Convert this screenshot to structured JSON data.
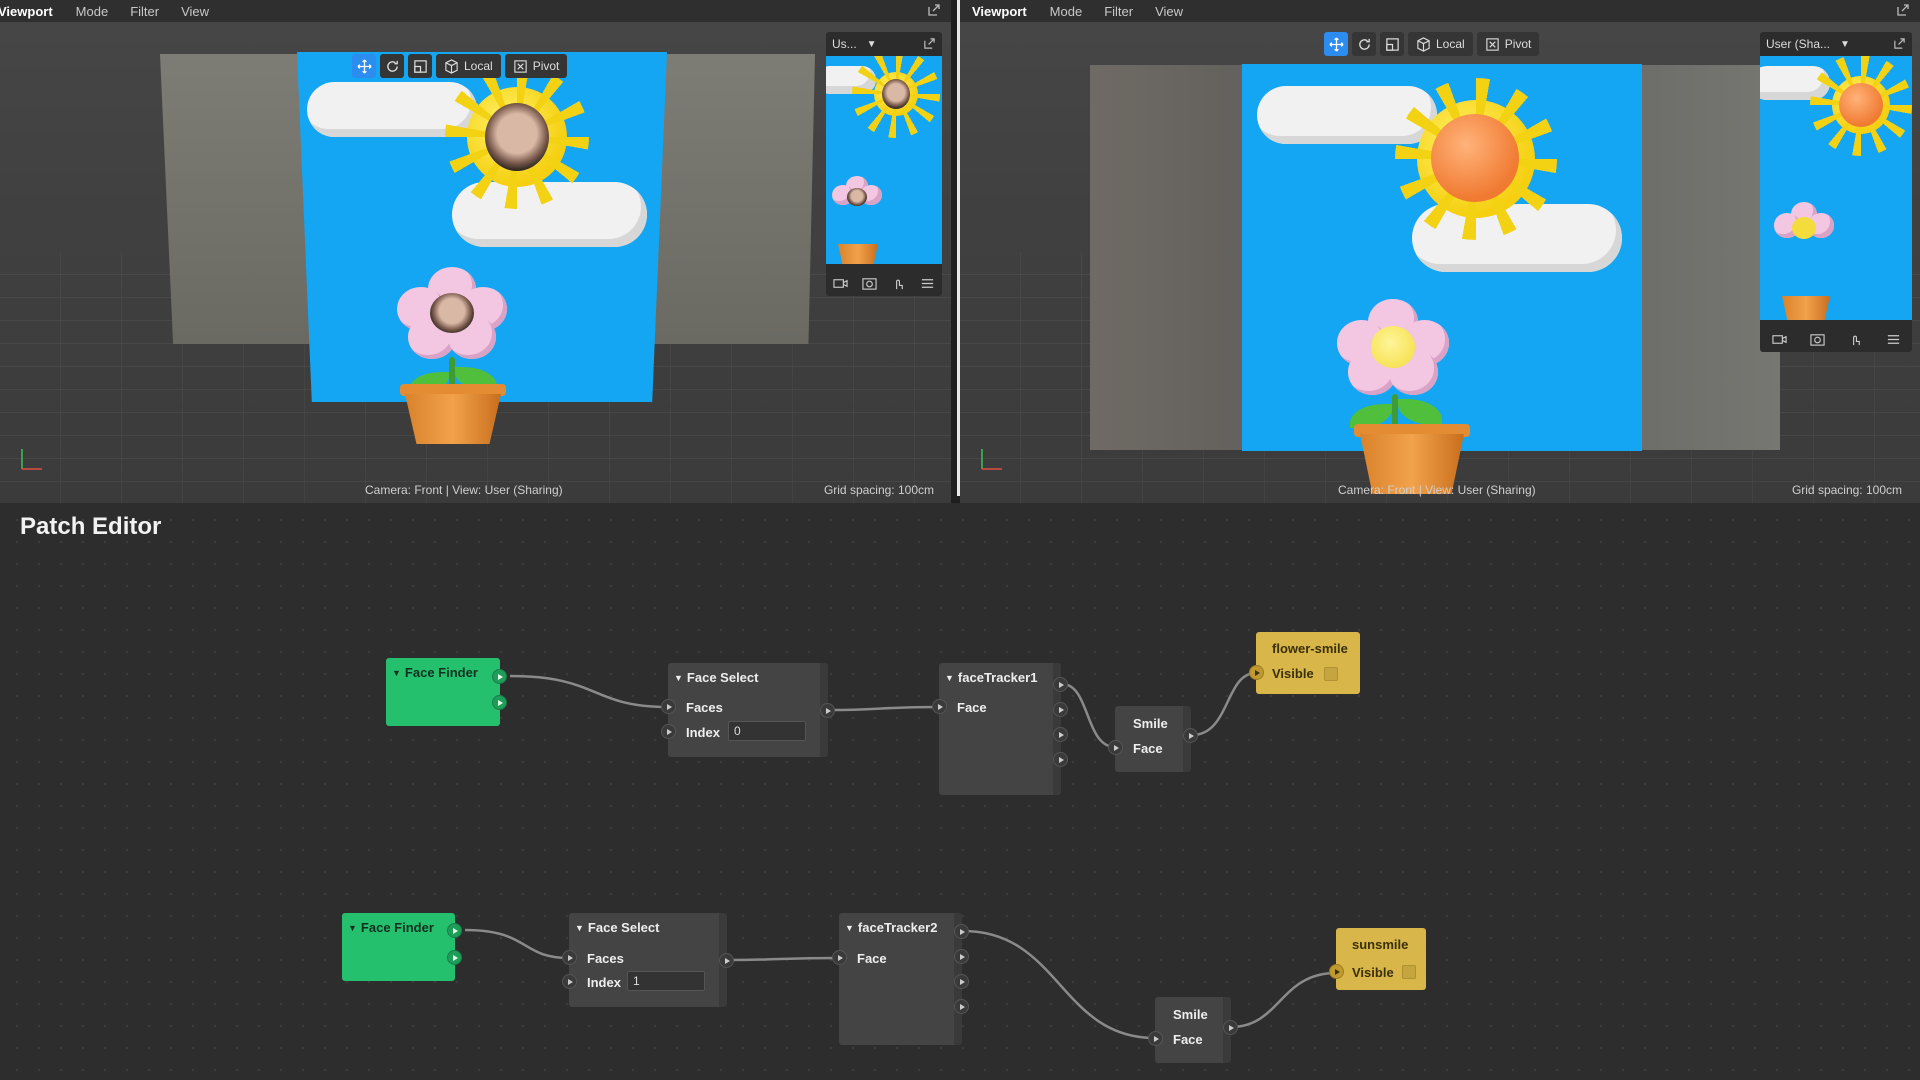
{
  "viewports": [
    {
      "title": "Viewport",
      "menu": [
        "Mode",
        "Filter",
        "View"
      ],
      "toolbar": {
        "local_label": "Local",
        "pivot_label": "Pivot"
      },
      "mini_view_label": "Us...",
      "status_left": "Camera: Front | View: User (Sharing)",
      "status_right": "Grid spacing: 100cm"
    },
    {
      "title": "Viewport",
      "menu": [
        "Mode",
        "Filter",
        "View"
      ],
      "toolbar": {
        "local_label": "Local",
        "pivot_label": "Pivot"
      },
      "mini_view_label": "User (Sha...",
      "status_left": "Camera: Front | View: User (Sharing)",
      "status_right": "Grid spacing: 100cm"
    }
  ],
  "patch_editor": {
    "title": "Patch Editor",
    "graphs": [
      {
        "face_finder": "Face Finder",
        "face_select": {
          "title": "Face Select",
          "faces": "Faces",
          "index_label": "Index",
          "index_value": "0"
        },
        "tracker": {
          "title": "faceTracker1",
          "face": "Face"
        },
        "smile": {
          "title": "Smile",
          "face": "Face"
        },
        "output": {
          "title": "flower-smile",
          "visible": "Visible"
        }
      },
      {
        "face_finder": "Face Finder",
        "face_select": {
          "title": "Face Select",
          "faces": "Faces",
          "index_label": "Index",
          "index_value": "1"
        },
        "tracker": {
          "title": "faceTracker2",
          "face": "Face"
        },
        "smile": {
          "title": "Smile",
          "face": "Face"
        },
        "output": {
          "title": "sunsmile",
          "visible": "Visible"
        }
      }
    ]
  },
  "colors": {
    "accent": "#2d8cf0",
    "patch_green": "#25c06e",
    "patch_yellow": "#d8b64a",
    "scene_blue": "#14a6f2"
  }
}
